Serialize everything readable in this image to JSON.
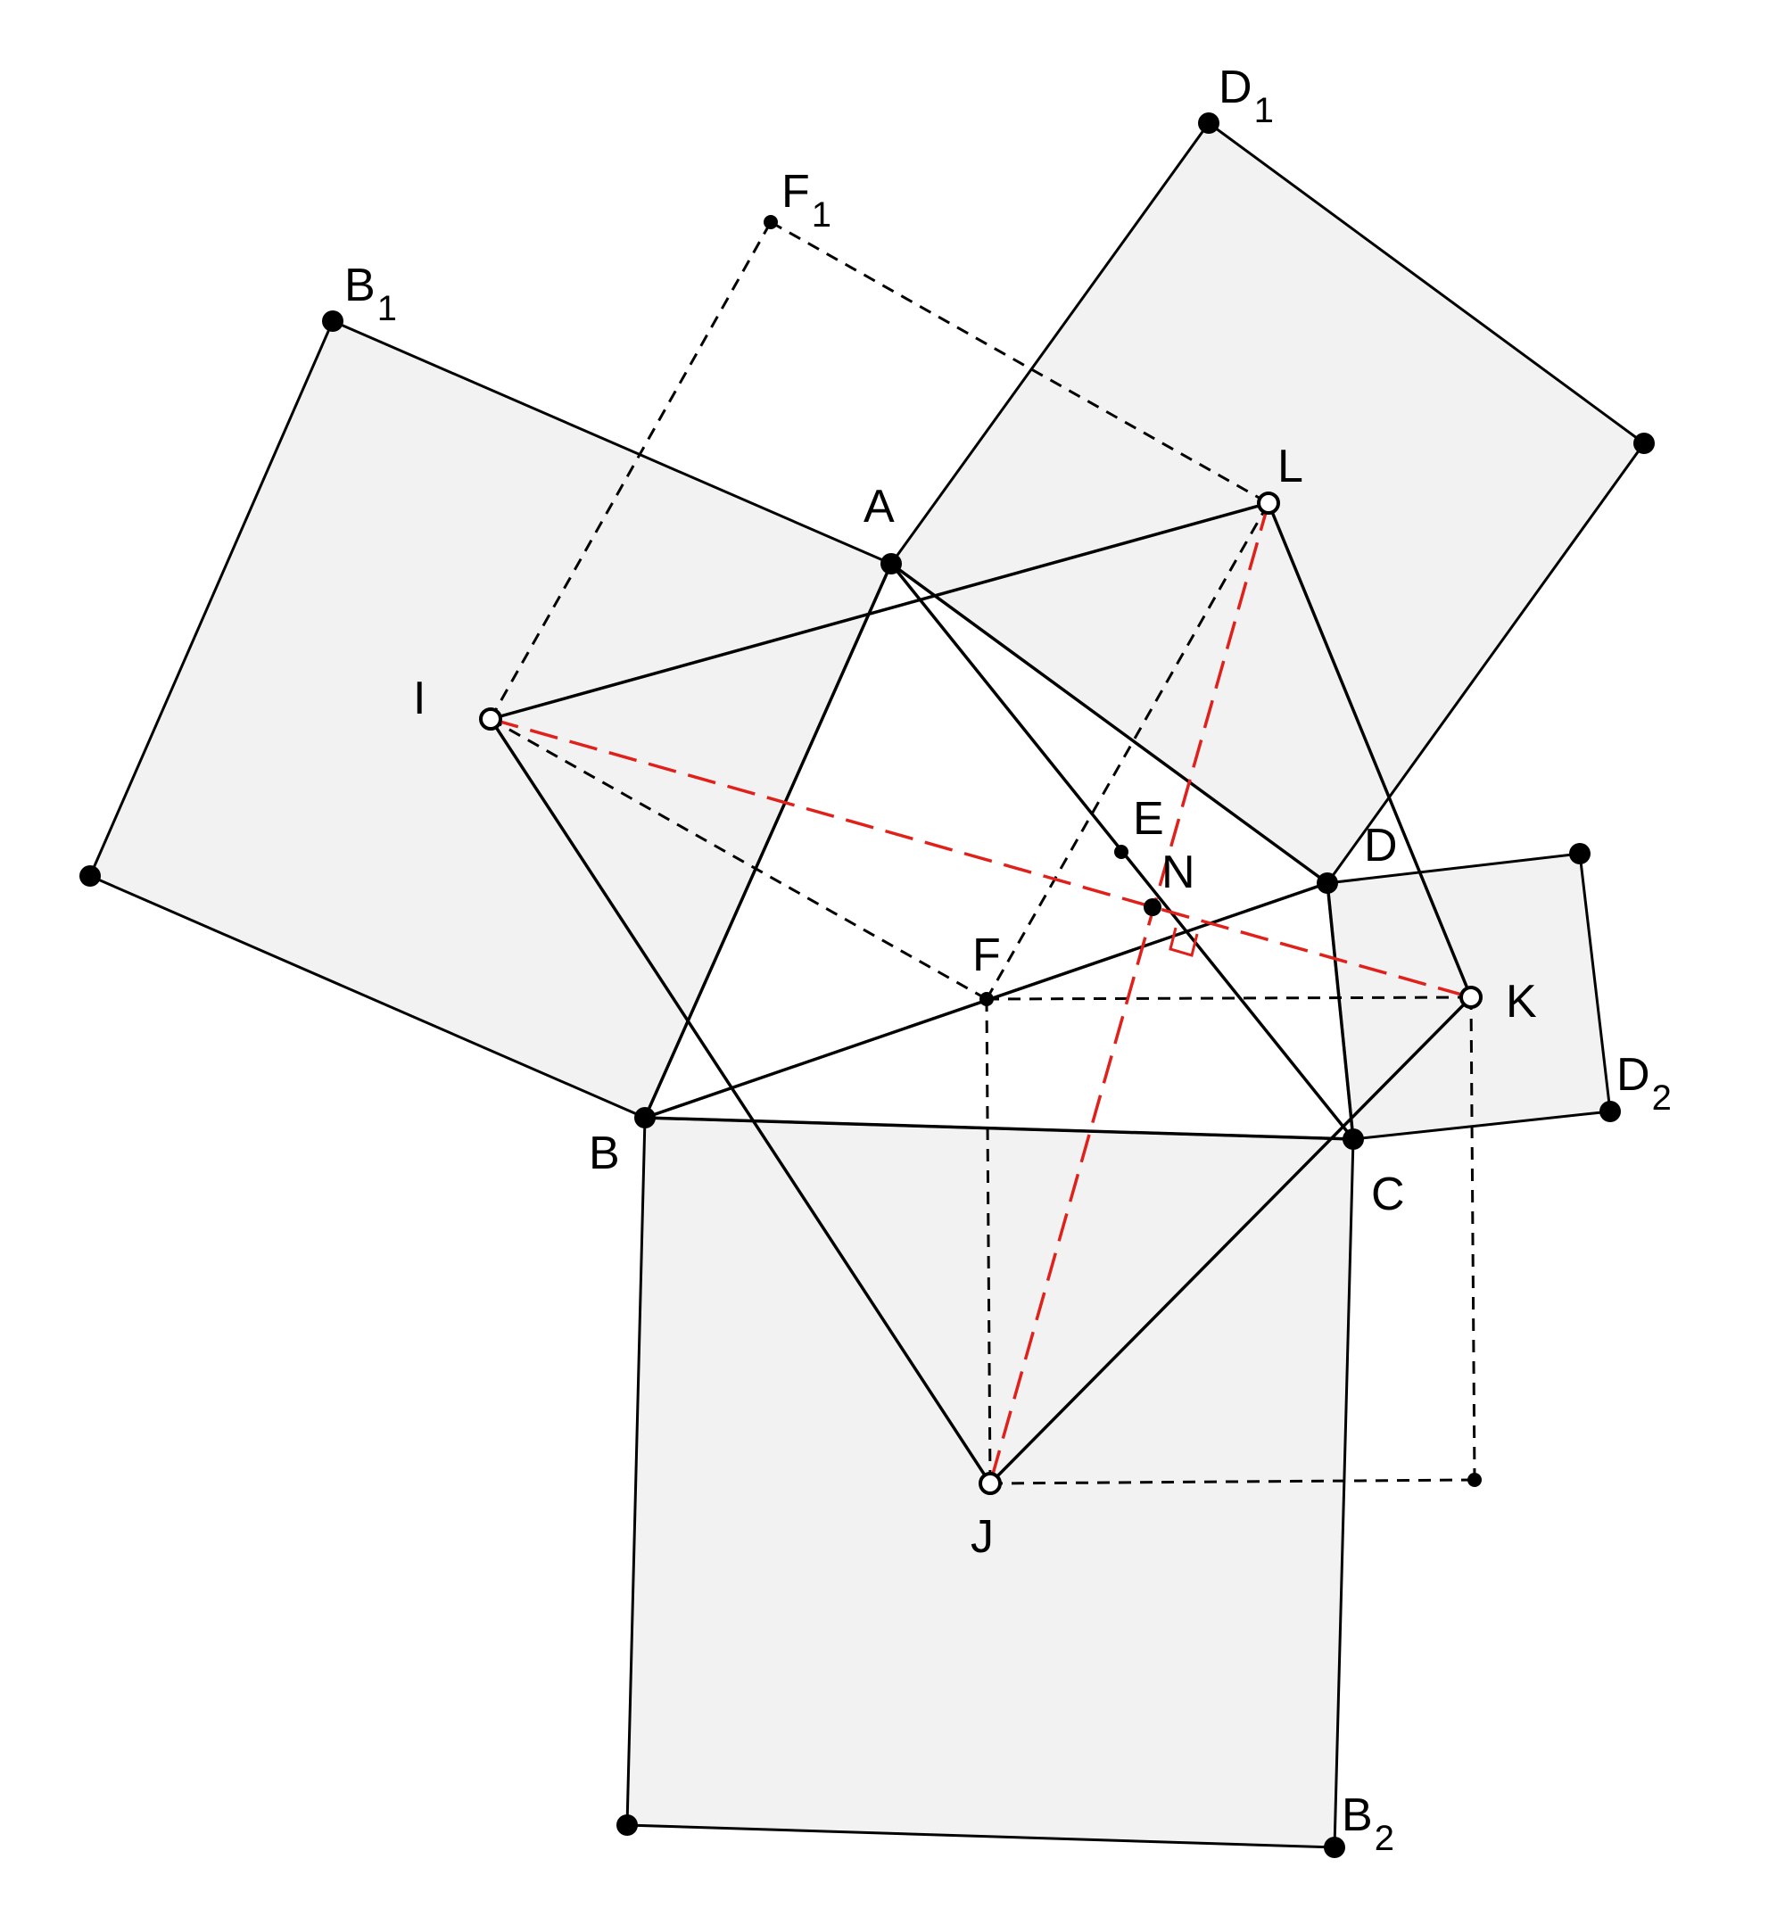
{
  "colors": {
    "background": "#ffffff",
    "square_fill": "#f2f2f2",
    "solid_line": "#000000",
    "dashed_line": "#000000",
    "red_dashed_line": "#e0201a"
  },
  "labels": {
    "A": "A",
    "B": "B",
    "C": "C",
    "D": "D",
    "E": "E",
    "F": "F",
    "I": "I",
    "J": "J",
    "K": "K",
    "L": "L",
    "N": "N",
    "B1": {
      "base": "B",
      "sub": "1"
    },
    "D1": {
      "base": "D",
      "sub": "1"
    },
    "F1": {
      "base": "F",
      "sub": "1"
    },
    "D2": {
      "base": "D",
      "sub": "2"
    },
    "B2": {
      "base": "B",
      "sub": "2"
    }
  }
}
